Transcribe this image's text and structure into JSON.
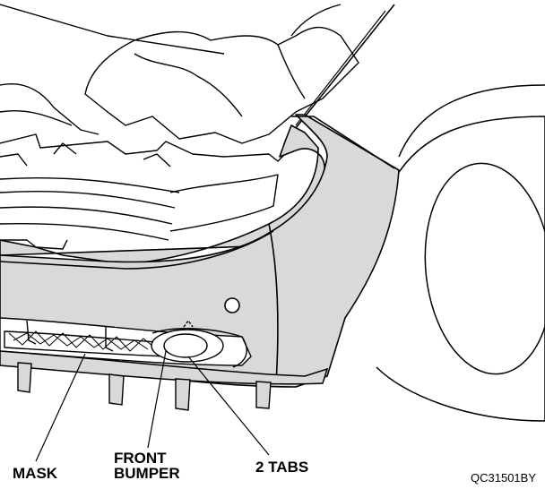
{
  "labels": {
    "mask": "MASK",
    "front_bumper_line1": "FRONT",
    "front_bumper_line2": "BUMPER",
    "tabs": "2 TABS"
  },
  "figure_code": "QC31501BY",
  "colors": {
    "bumper_fill": "#d9d9d9",
    "line": "#000000",
    "background": "#ffffff"
  }
}
